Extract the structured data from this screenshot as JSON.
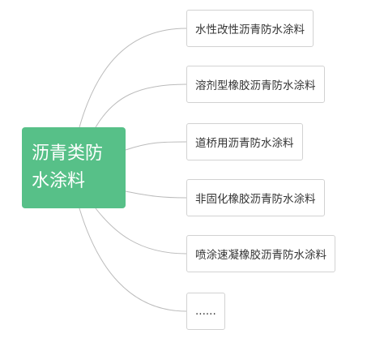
{
  "diagram": {
    "root": {
      "label": "沥青类防水涂料"
    },
    "children": [
      {
        "label": "水性改性沥青防水涂料"
      },
      {
        "label": "溶剂型橡胶沥青防水涂料"
      },
      {
        "label": "道桥用沥青防水涂料"
      },
      {
        "label": "非固化橡胶沥青防水涂料"
      },
      {
        "label": "喷涂速凝橡胶沥青防水涂料"
      },
      {
        "label": "......"
      }
    ],
    "colors": {
      "root_fill": "#57c088",
      "root_text": "#ffffff",
      "node_border": "#d2d2d2",
      "connector": "#bbbbbb"
    }
  }
}
